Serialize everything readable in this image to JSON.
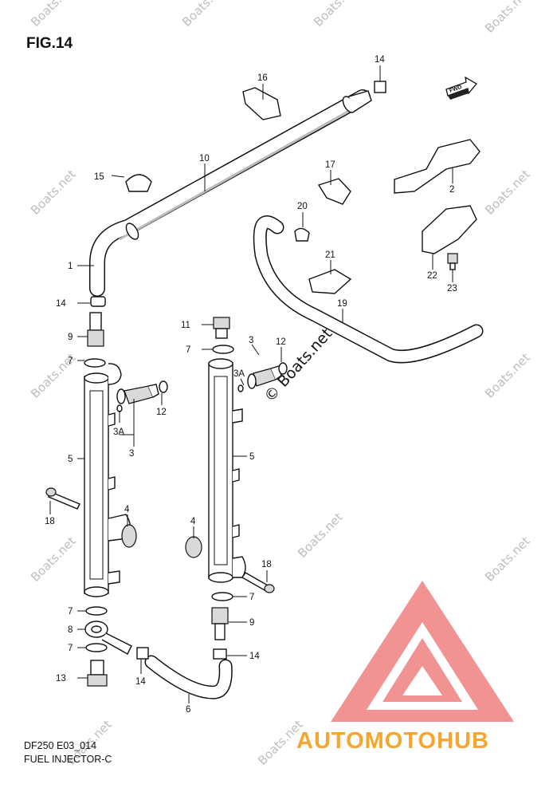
{
  "figure": {
    "title": "FIG.14",
    "code": "DF250 E03_014",
    "caption": "FUEL INJECTOR-C",
    "fwd_label": "FWD"
  },
  "watermark": {
    "text": "Boats.net",
    "center_text": "© Boats.net"
  },
  "brand_logo": {
    "text": "AUTOMOTOHUB",
    "color_triangle": "#f08080",
    "color_text_orange": "#f4a630",
    "color_text_gray": "#8c8c8c"
  },
  "callouts": {
    "c1": "1",
    "c2": "2",
    "c3a": "3",
    "c3b": "3",
    "c3A_a": "3A",
    "c3A_b": "3A",
    "c4a": "4",
    "c4b": "4",
    "c5a": "5",
    "c5b": "5",
    "c6": "6",
    "c7a": "7",
    "c7b": "7",
    "c7c": "7",
    "c7d": "7",
    "c7e": "7",
    "c8": "8",
    "c9a": "9",
    "c9b": "9",
    "c10": "10",
    "c11": "11",
    "c12a": "12",
    "c12b": "12",
    "c13": "13",
    "c14a": "14",
    "c14b": "14",
    "c14c": "14",
    "c14d": "14",
    "c15": "15",
    "c16": "16",
    "c17": "17",
    "c18a": "18",
    "c18b": "18",
    "c19": "19",
    "c20": "20",
    "c21": "21",
    "c22": "22",
    "c23": "23"
  }
}
